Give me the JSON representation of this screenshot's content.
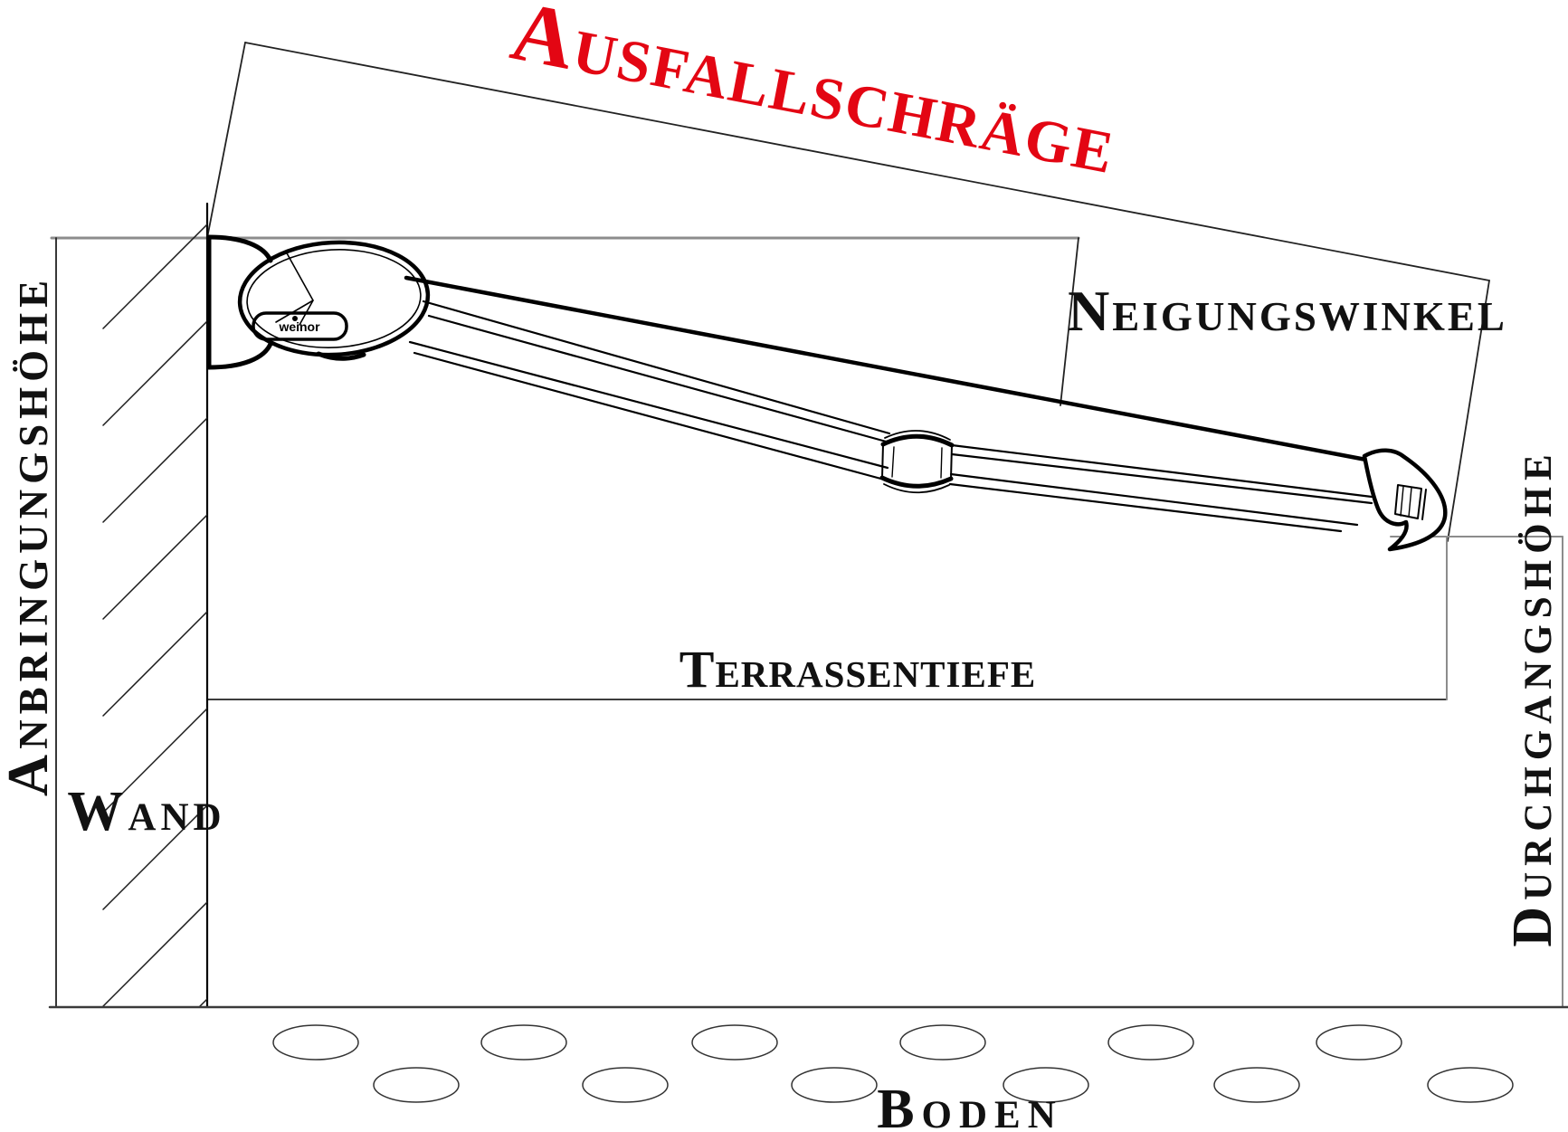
{
  "diagram": {
    "type": "awning-measurement-diagram",
    "labels": {
      "ausfallschraege": "Ausfallschräge",
      "neigungswinkel": "Neigungswinkel",
      "anbringungshoehe": "Anbringungshöhe",
      "durchgangshoehe": "Durchgangshöhe",
      "terrassentiefe": "Terrassentiefe",
      "wand": "Wand",
      "boden": "Boden"
    },
    "brand_logo": "weinor",
    "colors": {
      "highlight_red": "#e30613",
      "drawing_black": "#000000",
      "reference_gray": "#8c8c8c",
      "dimension_line": "#222222"
    }
  }
}
